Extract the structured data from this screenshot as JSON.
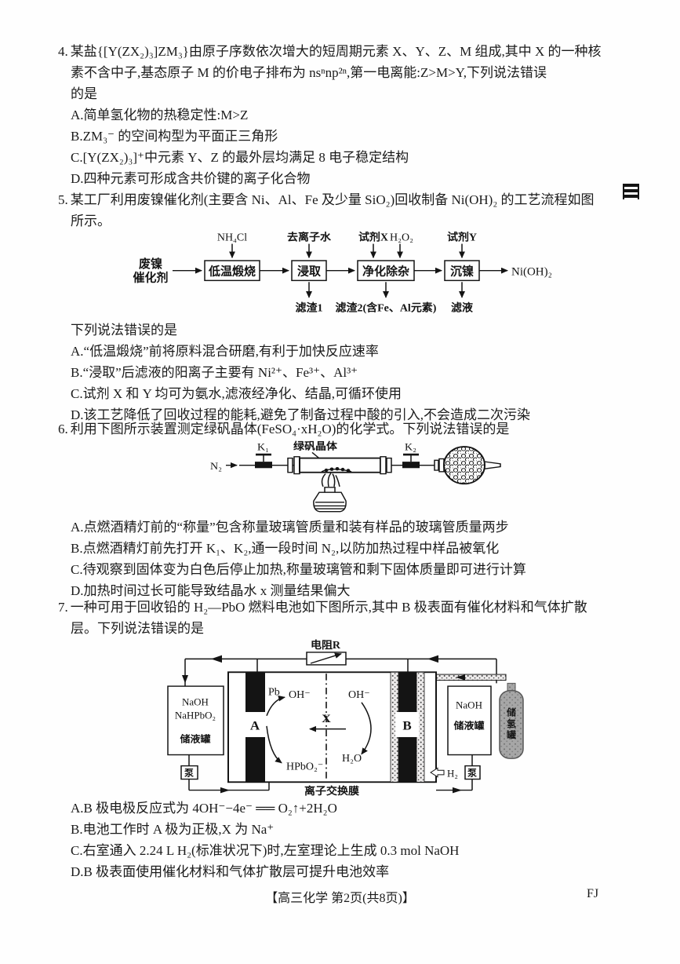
{
  "page": {
    "footer": {
      "text": "【高三化学  第2页(共8页)】",
      "code": "FJ"
    }
  },
  "q4": {
    "number": "4.",
    "lines": [
      "某盐{[Y(ZX₂)₃]ZM₃}由原子序数依次增大的短周期元素 X、Y、Z、M 组成,其中 X 的一种核",
      "素不含中子,基态原子 M 的价电子排布为 nsⁿnp²ⁿ,第一电离能:Z>M>Y,下列说法错误",
      "的是"
    ],
    "options": [
      "A.简单氢化物的热稳定性:M>Z",
      "B.ZM₃⁻ 的空间构型为平面正三角形",
      "C.[Y(ZX₂)₃]⁺中元素 Y、Z 的最外层均满足 8 电子稳定结构",
      "D.四种元素可形成含共价键的离子化合物"
    ]
  },
  "q5": {
    "number": "5.",
    "lines": [
      "某工厂利用废镍催化剂(主要含 Ni、Al、Fe 及少量 SiO₂)回收制备 Ni(OH)₂ 的工艺流程如图",
      "所示。"
    ],
    "flow": {
      "source_line1": "废镍",
      "source_line2": "催化剂",
      "steps": [
        "低温煅烧",
        "浸取",
        "净化除杂",
        "沉镍"
      ],
      "product": "Ni(OH)₂",
      "inputs": [
        "NH₄Cl",
        "去离子水",
        "试剂X",
        "H₂O₂",
        "试剂Y"
      ],
      "outputs": [
        "滤渣1",
        "滤渣2(含Fe、Al元素)",
        "滤液"
      ]
    },
    "prompt": "下列说法错误的是",
    "options": [
      "A.“低温煅烧”前将原料混合研磨,有利于加快反应速率",
      "B.“浸取”后滤液的阳离子主要有 Ni²⁺、Fe³⁺、Al³⁺",
      "C.试剂 X 和 Y 均可为氨水,滤液经净化、结晶,可循环使用",
      "D.该工艺降低了回收过程的能耗,避免了制备过程中酸的引入,不会造成二次污染"
    ]
  },
  "q6": {
    "number": "6.",
    "lines": [
      "利用下图所示装置测定绿矾晶体(FeSO₄·xH₂O)的化学式。下列说法错误的是"
    ],
    "apparatus": {
      "gas": "N₂",
      "valve1": "K₁",
      "valve2": "K₂",
      "sample": "绿矾晶体"
    },
    "options": [
      "A.点燃酒精灯前的“称量”包含称量玻璃管质量和装有样品的玻璃管质量两步",
      "B.点燃酒精灯前先打开 K₁、K₂,通一段时间 N₂,以防加热过程中样品被氧化",
      "C.待观察到固体变为白色后停止加热,称量玻璃管和剩下固体质量即可进行计算",
      "D.加热时间过长可能导致结晶水 x 测量结果偏大"
    ]
  },
  "q7": {
    "number": "7.",
    "lines": [
      "一种可用于回收铅的 H₂—PbO 燃料电池如下图所示,其中 B 极表面有催化材料和气体扩散",
      "层。下列说法错误的是"
    ],
    "cell": {
      "resistor": "电阻R",
      "electrode_a": "A",
      "electrode_b": "B",
      "pb": "Pb",
      "oh_left": "OH⁻",
      "hpbo2": "HPbO₂⁻",
      "x": "X",
      "oh_right": "OH⁻",
      "h2o": "H₂O",
      "membrane": "离子交换膜",
      "left_tank_l1": "NaOH",
      "left_tank_l2": "NaHPbO₂",
      "left_tank_l3": "储液罐",
      "right_tank_l1": "NaOH",
      "right_tank_l2": "储液罐",
      "pump_left": "泵",
      "pump_right": "泵",
      "h2": "H₂",
      "cyl_c1": "储",
      "cyl_c2": "氢",
      "cyl_c3": "罐"
    },
    "options": [
      "A.B 极电极反应式为 4OH⁻−4e⁻ ══ O₂↑+2H₂O",
      "B.电池工作时 A 极为正极,X 为 Na⁺",
      "C.右室通入 2.24 L H₂(标准状况下)时,左室理论上生成 0.3 mol NaOH",
      "D.B 极表面使用催化材料和气体扩散层可提升电池效率"
    ]
  }
}
